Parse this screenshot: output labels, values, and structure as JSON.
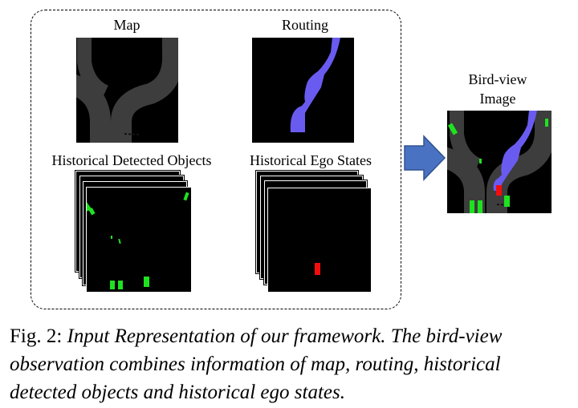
{
  "labels": {
    "map": "Map",
    "routing": "Routing",
    "detected_objects": "Historical Detected Objects",
    "ego_states": "Historical Ego States",
    "bird_view": "Bird-view",
    "bird_view_image": "Image"
  },
  "caption": {
    "prefix": "Fig. 2:",
    "text": "Input Representation of our framework. The bird-view observation combines information of map, routing, historical detected objects and historical ego states."
  },
  "colors": {
    "road": "#3c3d3c",
    "route": "#6a5bf0",
    "objects": "#1fe21f",
    "ego": "#f20d0d",
    "arrow": "#4a72c2",
    "arrow_border": "#2f528f"
  }
}
